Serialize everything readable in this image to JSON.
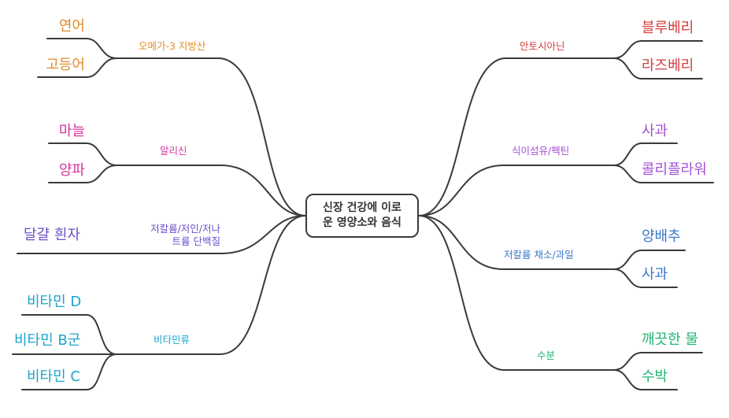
{
  "center": {
    "line1": "신장 건강에 이로",
    "line2": "운 영양소와 음식"
  },
  "colors": {
    "orange": "#e08c2b",
    "pink": "#d6339c",
    "purple": "#6b4fc8",
    "cyan": "#1ca5c9",
    "red": "#d43d3d",
    "violet": "#a24fd3",
    "blue": "#3a78c9",
    "green": "#22b573",
    "line": "#3a3a3a"
  },
  "left_branches": [
    {
      "label": "오메가-3 지방산",
      "leaves": [
        "연어",
        "고등어"
      ]
    },
    {
      "label": "알리신",
      "leaves": [
        "마늘",
        "양파"
      ]
    },
    {
      "label_lines": [
        "저칼륨/저인/저나",
        "트륨 단백질"
      ],
      "leaves": [
        "달걀 흰자"
      ]
    },
    {
      "label": "비타민류",
      "leaves": [
        "비타민 D",
        "비타민 B군",
        "비타민 C"
      ]
    }
  ],
  "right_branches": [
    {
      "label": "안토시아닌",
      "leaves": [
        "블루베리",
        "라즈베리"
      ]
    },
    {
      "label": "식이섬유/펙틴",
      "leaves": [
        "사과",
        "콜리플라워"
      ]
    },
    {
      "label": "저칼륨 채소/과일",
      "leaves": [
        "양배추",
        "사과"
      ]
    },
    {
      "label": "수분",
      "leaves": [
        "깨끗한 물",
        "수박"
      ]
    }
  ]
}
